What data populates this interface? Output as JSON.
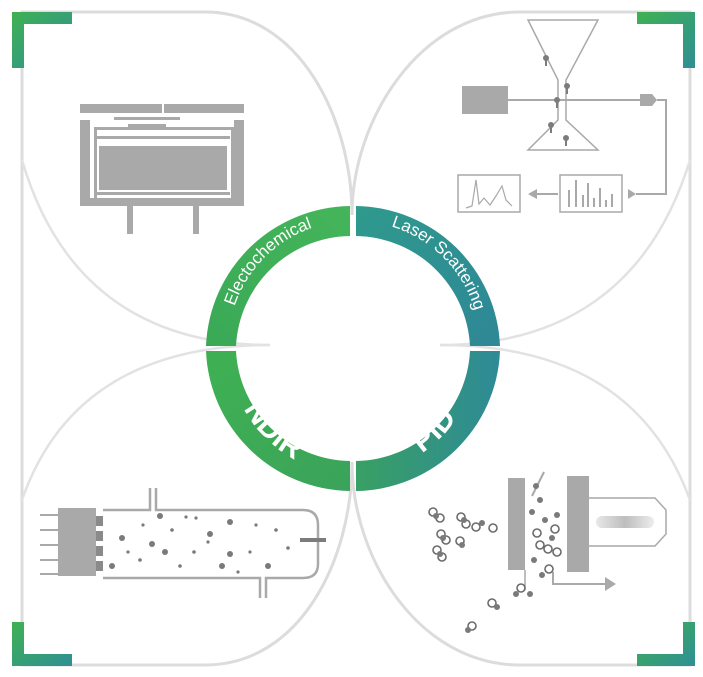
{
  "colors": {
    "green": "#3fb152",
    "teal": "#2f8f95",
    "gray": "#9a9a9a",
    "light_gray": "#dedede",
    "dark_dot": "#6b6b6b"
  },
  "segments": [
    {
      "id": "electrochemical",
      "label": "Electochemical",
      "icon": "electrochemical-sensor-icon"
    },
    {
      "id": "laser-scattering",
      "label": "Laser Scattering",
      "icon": "laser-scattering-sensor-icon"
    },
    {
      "id": "ndir",
      "label": "NDIR",
      "icon": "ndir-sensor-icon"
    },
    {
      "id": "pid",
      "label": "PID",
      "icon": "pid-sensor-icon"
    }
  ]
}
